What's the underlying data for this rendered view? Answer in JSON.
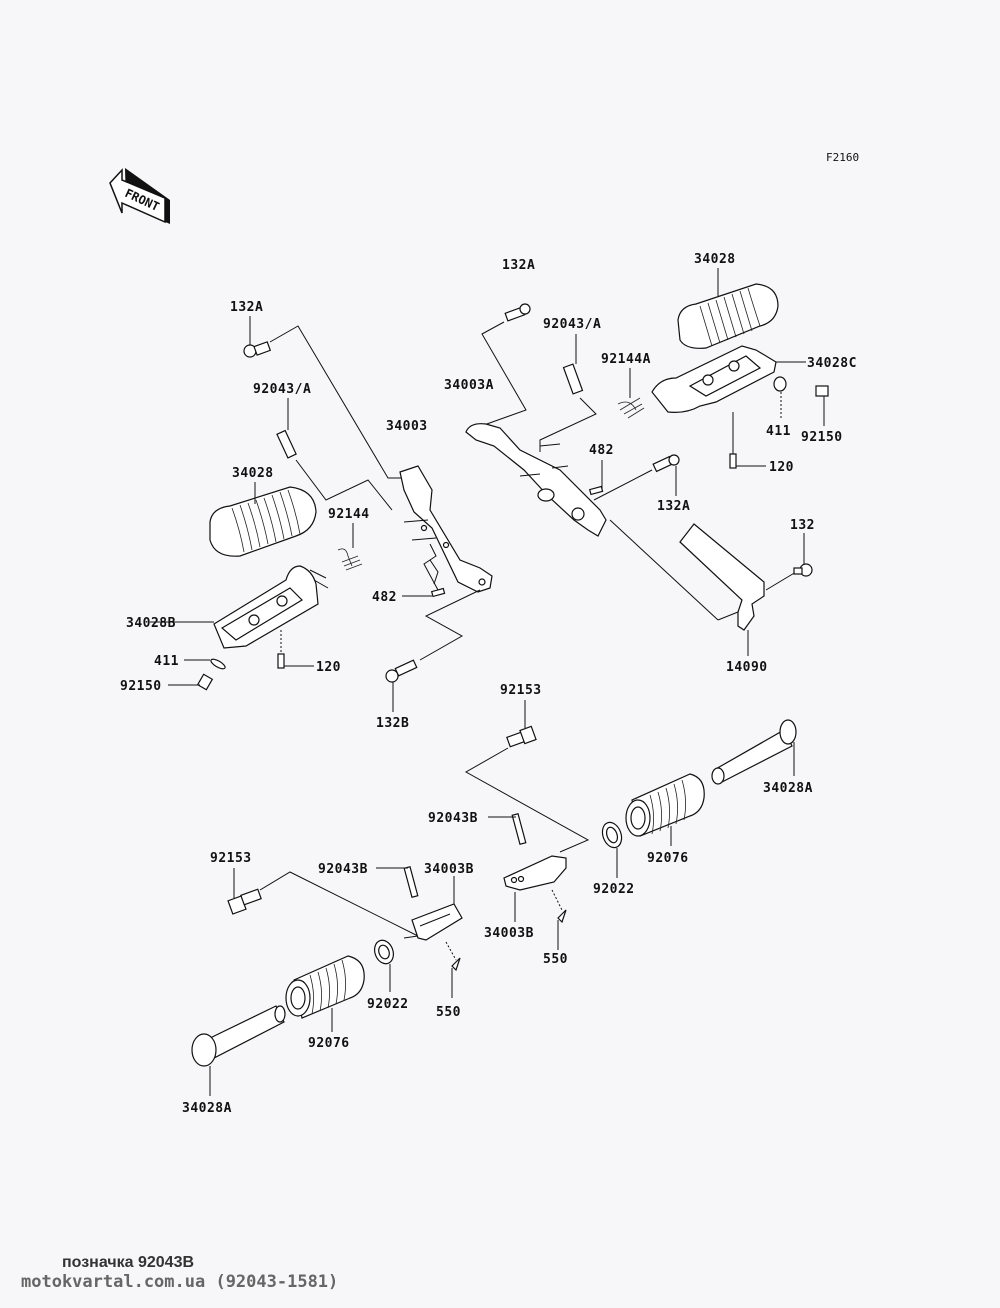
{
  "diagram": {
    "figure_code": "F2160",
    "front_arrow_label": "FRONT",
    "labels": {
      "l_132A_top_right": "132A",
      "l_34028_right": "34028",
      "l_132A_left": "132A",
      "l_92043A_right": "92043/A",
      "l_92144A": "92144A",
      "l_34028C": "34028C",
      "l_34003A": "34003A",
      "l_92043A_left": "92043/A",
      "l_34003": "34003",
      "l_411_right": "411",
      "l_92150_right": "92150",
      "l_482_right": "482",
      "l_120_right": "120",
      "l_34028_left": "34028",
      "l_132A_mid": "132A",
      "l_92144": "92144",
      "l_132": "132",
      "l_482_left": "482",
      "l_34028B": "34028B",
      "l_411_left": "411",
      "l_120_left": "120",
      "l_92150_left": "92150",
      "l_14090": "14090",
      "l_132B": "132B",
      "l_92153_right": "92153",
      "l_34028A_right": "34028A",
      "l_92043B_right": "92043B",
      "l_92076_right": "92076",
      "l_92153_left": "92153",
      "l_92043B_left": "92043B",
      "l_34003B_left": "34003B",
      "l_92022_right": "92022",
      "l_34003B_right": "34003B",
      "l_550_right": "550",
      "l_92022_left": "92022",
      "l_550_left": "550",
      "l_92076_left": "92076",
      "l_34028A_left": "34028A"
    }
  },
  "footer": {
    "caption": "позначка 92043B",
    "watermark": "motokvartal.com.ua (92043-1581)"
  }
}
